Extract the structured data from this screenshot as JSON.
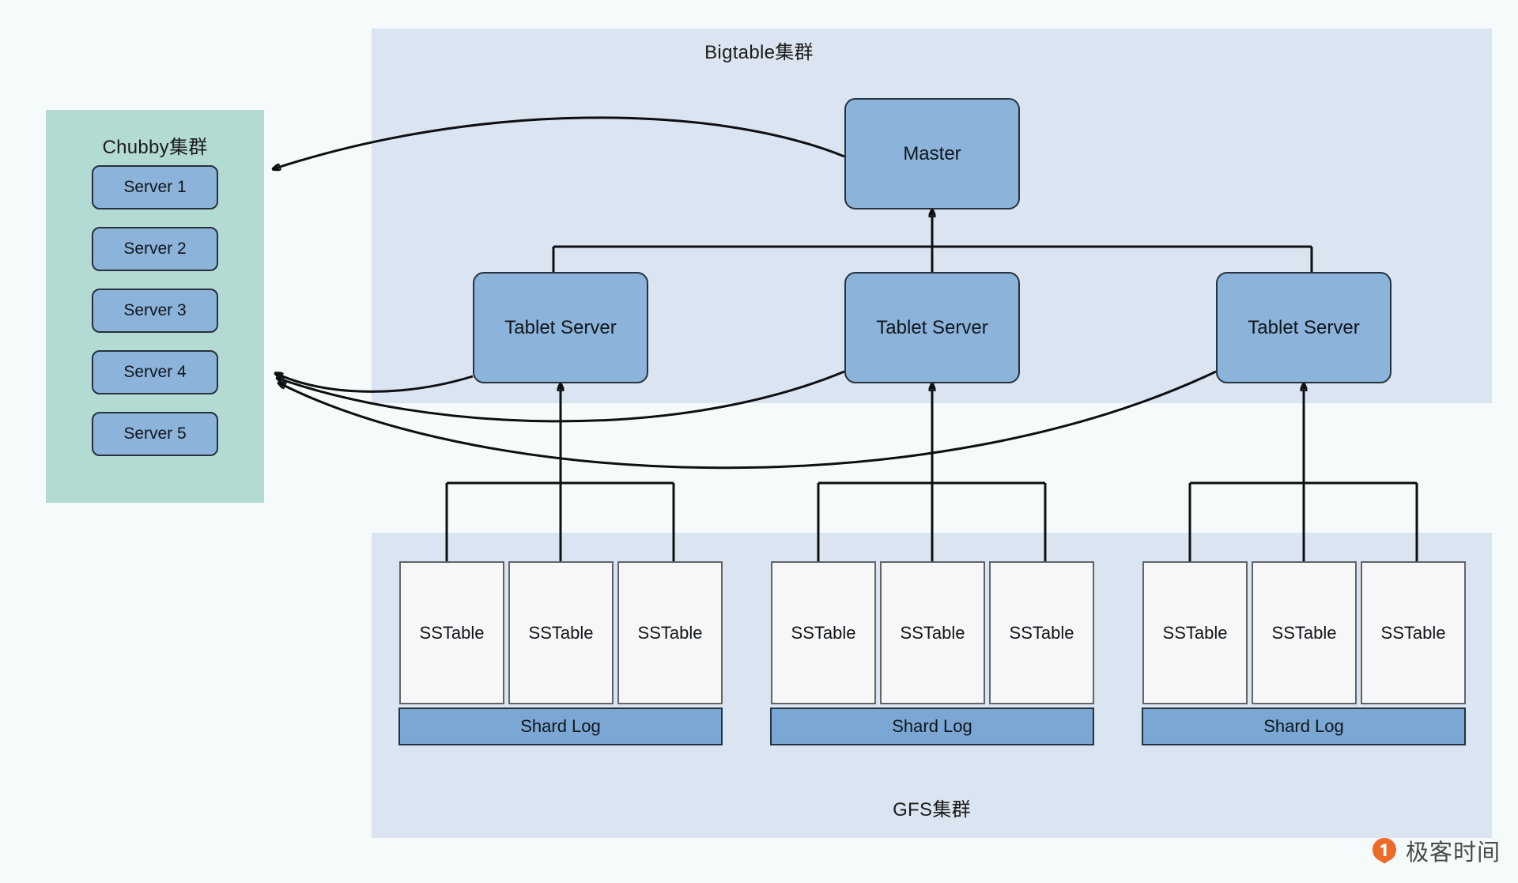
{
  "background_color": "#f4fbfa",
  "colors": {
    "cluster_panel": "#dbe5f1",
    "chubby_panel": "#b4dad4",
    "node_fill": "#8cb3da",
    "node_border": "#26323c",
    "sstable_fill": "#f7f7f7",
    "sstable_border": "#5f646a",
    "shardlog_fill": "#7ba7d4",
    "wire": "#0d0f12",
    "watermark_orange": "#ed6b2a"
  },
  "bigtable_cluster": {
    "title": "Bigtable集群",
    "master": {
      "label": "Master"
    },
    "tablet_servers": [
      {
        "label": "Tablet Server"
      },
      {
        "label": "Tablet Server"
      },
      {
        "label": "Tablet Server"
      }
    ]
  },
  "chubby_cluster": {
    "title": "Chubby集群",
    "servers": [
      {
        "label": "Server 1"
      },
      {
        "label": "Server 2"
      },
      {
        "label": "Server 3"
      },
      {
        "label": "Server 4"
      },
      {
        "label": "Server 5"
      }
    ]
  },
  "gfs_cluster": {
    "title": "GFS集群",
    "groups": [
      {
        "sstables": [
          {
            "label": "SSTable"
          },
          {
            "label": "SSTable"
          },
          {
            "label": "SSTable"
          }
        ],
        "shard_log": {
          "label": "Shard Log"
        }
      },
      {
        "sstables": [
          {
            "label": "SSTable"
          },
          {
            "label": "SSTable"
          },
          {
            "label": "SSTable"
          }
        ],
        "shard_log": {
          "label": "Shard Log"
        }
      },
      {
        "sstables": [
          {
            "label": "SSTable"
          },
          {
            "label": "SSTable"
          },
          {
            "label": "SSTable"
          }
        ],
        "shard_log": {
          "label": "Shard Log"
        }
      }
    ]
  },
  "watermark": {
    "text": "极客时间",
    "logo_icon": "geektime-logo-icon"
  }
}
